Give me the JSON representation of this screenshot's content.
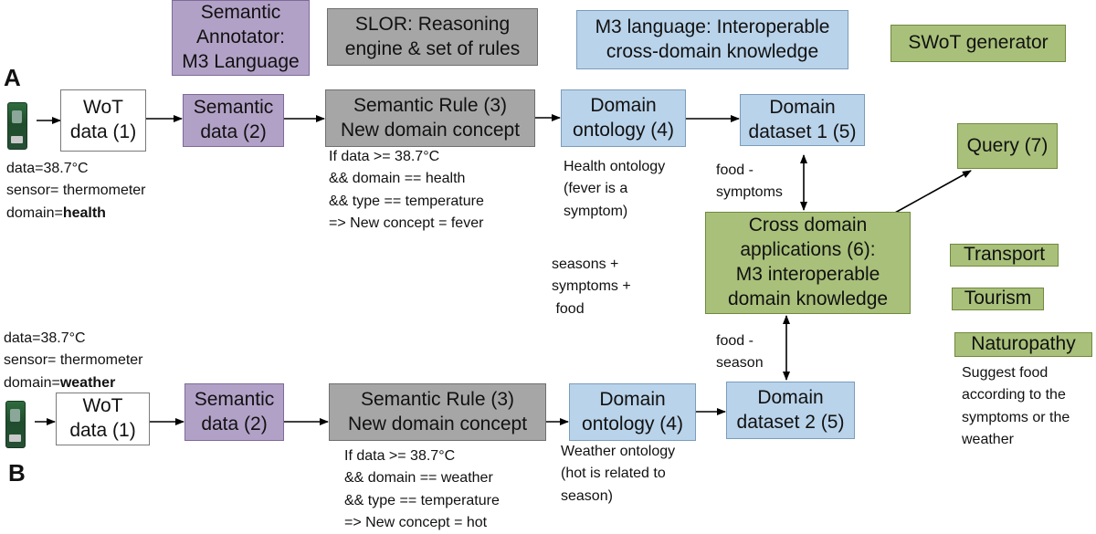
{
  "labels": {
    "a": "A",
    "b": "B"
  },
  "legend": {
    "semantic_annotator": [
      "Semantic",
      "Annotator:",
      "M3 Language"
    ],
    "slor": [
      "SLOR: Reasoning",
      "engine & set of rules"
    ],
    "m3_language": [
      "M3 language: Interoperable",
      "cross-domain knowledge"
    ],
    "swot_generator": [
      "SWoT generator"
    ]
  },
  "row_a": {
    "wot": [
      "WoT",
      "data (1)"
    ],
    "semantic": [
      "Semantic",
      "data (2)"
    ],
    "rule": [
      "Semantic Rule (3)",
      "New domain concept"
    ],
    "ontology": [
      "Domain",
      "ontology (4)"
    ],
    "dataset": [
      "Domain",
      "dataset 1 (5)"
    ],
    "sensor_note": [
      "data=38.7°C",
      "sensor= thermometer"
    ],
    "sensor_domain_prefix": "domain=",
    "sensor_domain_value": "health",
    "rule_note": [
      "If data >= 38.7°C",
      "&& domain == health",
      "&& type == temperature",
      "=> New concept = fever"
    ],
    "ontology_note": [
      "Health ontology",
      "(fever is a",
      "symptom)"
    ]
  },
  "row_b": {
    "wot": [
      "WoT",
      "data (1)"
    ],
    "semantic": [
      "Semantic",
      "data (2)"
    ],
    "rule": [
      "Semantic Rule (3)",
      "New domain concept"
    ],
    "ontology": [
      "Domain",
      "ontology (4)"
    ],
    "dataset": [
      "Domain",
      "dataset 2 (5)"
    ],
    "sensor_note": [
      "data=38.7°C",
      "sensor= thermometer"
    ],
    "sensor_domain_prefix": "domain=",
    "sensor_domain_value": "weather",
    "rule_note": [
      "If data >= 38.7°C",
      "&& domain == weather",
      "&& type == temperature",
      "=> New concept = hot"
    ],
    "ontology_note": [
      "Weather ontology",
      "(hot is related to",
      "season)"
    ]
  },
  "cross": {
    "box": [
      "Cross domain",
      "applications (6):",
      "M3 interoperable",
      "domain knowledge"
    ],
    "query": [
      "Query (7)"
    ],
    "link_top": [
      "food -",
      "symptoms"
    ],
    "link_bottom": [
      "food -",
      "season"
    ],
    "middle_note": [
      "seasons +",
      "symptoms +",
      " food"
    ]
  },
  "applications": {
    "transport": [
      "Transport"
    ],
    "tourism": [
      "Tourism"
    ],
    "naturopathy": [
      "Naturopathy"
    ],
    "naturopathy_note": [
      "Suggest food",
      "according to the",
      "symptoms or the",
      "weather"
    ]
  }
}
